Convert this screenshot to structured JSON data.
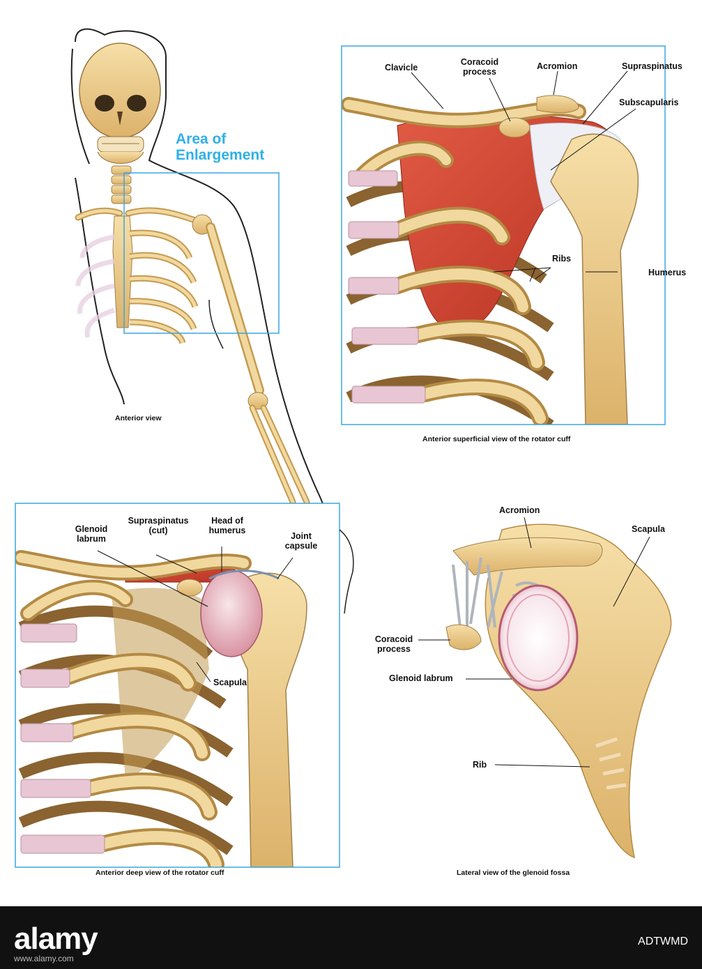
{
  "area_label": [
    "Area of",
    "Enlargement"
  ],
  "captions": {
    "anterior": "Anterior view",
    "superficial": "Anterior superficial view of the rotator cuff",
    "deep": "Anterior deep view of the rotator cuff",
    "lateral": "Lateral view of the glenoid fossa"
  },
  "panel_superficial": {
    "labels": [
      "Clavicle",
      "Coracoid process",
      "Acromion",
      "Supraspinatus",
      "Subscapularis",
      "Ribs",
      "Humerus"
    ]
  },
  "panel_deep": {
    "labels": [
      "Glenoid labrum",
      "Supraspinatus (cut)",
      "Head of humerus",
      "Joint capsule",
      "Scapula"
    ]
  },
  "panel_lateral": {
    "labels": [
      "Acromion",
      "Scapula",
      "Coracoid process",
      "Glenoid labrum",
      "Rib"
    ]
  },
  "colors": {
    "bone": "#ecc98a",
    "bone_shadow": "#c29a52",
    "rib_inner": "#8a6330",
    "cartilage": "#e8c6d4",
    "muscle": "#d2402e",
    "tendon": "#e9ecf2",
    "frame": "#3aa6e0",
    "skin_outline": "#222222"
  },
  "watermark": {
    "brand": "alamy",
    "image_id": "ADTWMD",
    "site": "www.alamy.com"
  }
}
